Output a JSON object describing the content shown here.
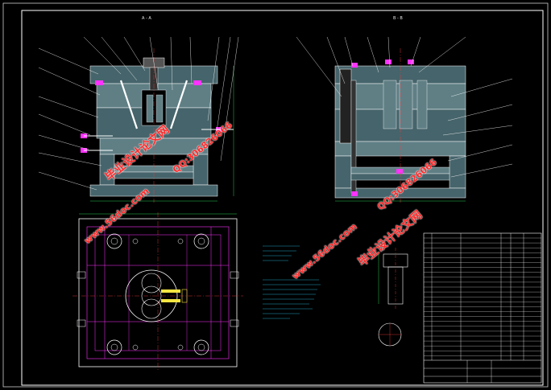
{
  "section_labels": {
    "left": "A - A",
    "right": "B - B"
  },
  "watermarks": {
    "cn_name": "毕业设计论文网",
    "qq": "QQ:306826066",
    "site": "www.56doc.com"
  },
  "colors": {
    "background": "#000000",
    "frame": "#ffffff",
    "hatch_plate": "#46646b",
    "hatch_light": "#5f7f85",
    "leader": "#ffffff",
    "center_line": "#ff3b3b",
    "magenta": "#ff33ff",
    "yellow": "#f5e642",
    "cyan_text": "#27c6f0",
    "green_dim": "#33ff66",
    "watermark": "#ff2a2a"
  }
}
